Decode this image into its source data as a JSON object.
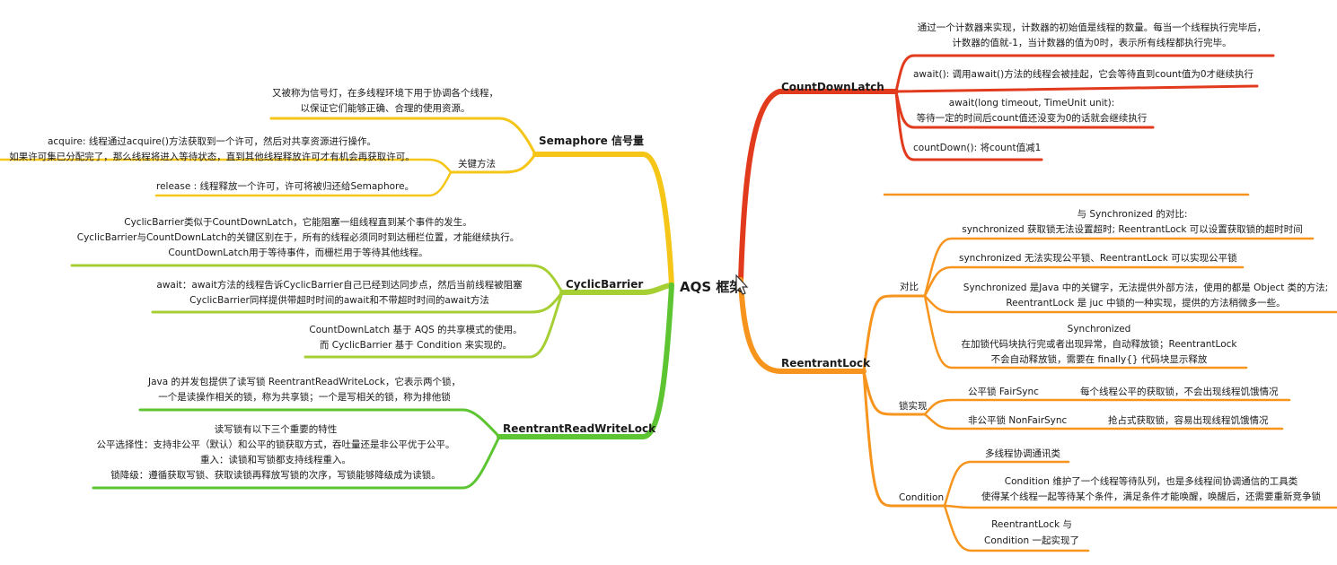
{
  "root": "AQS 框架",
  "countdownlatch": {
    "label": "CountDownLatch",
    "desc1": "通过一个计数器来实现，计数器的初始值是线程的数量。每当一个线程执行完毕后，",
    "desc2": "计数器的值就-1，当计数器的值为0时，表示所有线程都执行完毕。",
    "await": "await(): 调用await()方法的线程会被挂起，它会等待直到count值为0才继续执行",
    "await_timeout1": "await(long timeout, TimeUnit unit):",
    "await_timeout2": "等待一定的时间后count值还没变为0的话就会继续执行",
    "countdown": "countDown(): 将count值减1"
  },
  "reentrantlock": {
    "label": "ReentrantLock",
    "compare": {
      "label": "对比",
      "c1_l1": "与 Synchronized 的对比:",
      "c1_l2": "synchronized 获取锁无法设置超时; ReentrantLock 可以设置获取锁的超时时间",
      "c2": "synchronized 无法实现公平锁、ReentrantLock 可以实现公平锁",
      "c3_l1": "Synchronized 是Java 中的关键字，无法提供外部方法，使用的都是 Object 类的方法;",
      "c3_l2": "ReentrantLock 是 juc 中锁的一种实现，提供的方法稍微多一些。",
      "c4_l1": "Synchronized",
      "c4_l2": "在加锁代码块执行完或者出现异常，自动释放锁；ReentrantLock",
      "c4_l3": "不会自动释放锁，需要在 finally{} 代码块显示释放"
    },
    "impl": {
      "label": "锁实现",
      "fair": "公平锁 FairSync",
      "fair_desc": "每个线程公平的获取锁，不会出现线程饥饿情况",
      "nonfair": "非公平锁 NonFairSync",
      "nonfair_desc": "抢占式获取锁，容易出现线程饥饿情况"
    },
    "condition": {
      "label": "Condition",
      "d1": "多线程协调通讯类",
      "d2_l1": "Condition 维护了一个线程等待队列，也是多线程间协调通信的工具类",
      "d2_l2": "使得某个线程一起等待某个条件，满足条件才能唤醒，唤醒后，还需要重新竞争锁",
      "d3_l1": "ReentrantLock 与",
      "d3_l2": "Condition 一起实现了"
    }
  },
  "semaphore": {
    "label": "Semaphore 信号量",
    "desc1": "又被称为信号灯，在多线程环境下用于协调各个线程，",
    "desc2": "以保证它们能够正确、合理的使用资源。",
    "keymethods": "关键方法",
    "acquire1": "acquire: 线程通过acquire()方法获取到一个许可，然后对共享资源进行操作。",
    "acquire2": "如果许可集已分配完了，那么线程将进入等待状态，直到其他线程释放许可才有机会再获取许可。",
    "release": "release : 线程释放一个许可，许可将被归还给Semaphore。"
  },
  "cyclicbarrier": {
    "label": "CyclicBarrier",
    "desc1": "CyclicBarrier类似于CountDownLatch，它能阻塞一组线程直到某个事件的发生。",
    "desc2": "CyclicBarrier与CountDownLatch的关键区别在于，所有的线程必须同时到达栅栏位置，才能继续执行。",
    "desc3": "CountDownLatch用于等待事件，而栅栏用于等待其他线程。",
    "await1": "await：await方法的线程告诉CyclicBarrier自己已经到达同步点，然后当前线程被阻塞",
    "await2": "CyclicBarrier同样提供带超时时间的await和不带超时时间的await方法",
    "compare1": "CountDownLatch 基于 AQS 的共享模式的使用。",
    "compare2": "而 CyclicBarrier 基于 Condition 来实现的。"
  },
  "rrwl": {
    "label": "ReentrantReadWriteLock",
    "desc1": "Java 的并发包提供了读写锁 ReentrantReadWriteLock，它表示两个锁，",
    "desc2": "一个是读操作相关的锁，称为共享锁；一个是写相关的锁，称为排他锁",
    "f0": "读写锁有以下三个重要的特性",
    "f1": "公平选择性：支持非公平（默认）和公平的锁获取方式，吞吐量还是非公平优于公平。",
    "f2": "重入：读锁和写锁都支持线程重入。",
    "f3": "锁降级：遵循获取写锁、获取读锁再释放写锁的次序，写锁能够降级成为读锁。"
  },
  "colors": {
    "red": "#e23a1c",
    "orange": "#f7941d",
    "yellow": "#f5c518",
    "lime": "#a6cf33",
    "green": "#5cc531"
  }
}
